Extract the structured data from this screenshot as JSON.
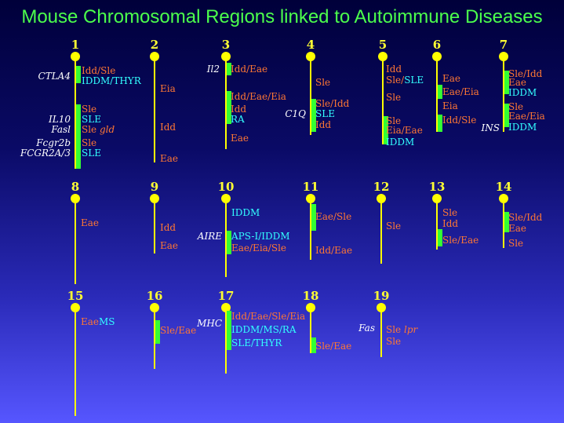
{
  "title": "Mouse Chromosomal Regions linked to Autoimmune Diseases",
  "colors": {
    "background_top": "#00003a",
    "background_bottom": "#5656ff",
    "title": "#4cff4c",
    "chromosome": "#ffff00",
    "band": "#33ff33",
    "label_orange": "#ff7733",
    "label_cyan": "#33ffff",
    "gene": "#ffffff"
  },
  "chromosomes": [
    {
      "id": "1",
      "label": "1"
    },
    {
      "id": "2",
      "label": "2"
    },
    {
      "id": "3",
      "label": "3"
    },
    {
      "id": "4",
      "label": "4"
    },
    {
      "id": "5",
      "label": "5"
    },
    {
      "id": "6",
      "label": "6"
    },
    {
      "id": "7",
      "label": "7"
    },
    {
      "id": "8",
      "label": "8"
    },
    {
      "id": "9",
      "label": "9"
    },
    {
      "id": "10",
      "label": "10"
    },
    {
      "id": "11",
      "label": "11"
    },
    {
      "id": "12",
      "label": "12"
    },
    {
      "id": "13",
      "label": "13"
    },
    {
      "id": "14",
      "label": "14"
    },
    {
      "id": "15",
      "label": "15"
    },
    {
      "id": "16",
      "label": "16"
    },
    {
      "id": "17",
      "label": "17"
    },
    {
      "id": "18",
      "label": "18"
    },
    {
      "id": "19",
      "label": "19"
    }
  ],
  "labels": {
    "c1_a": [
      "Idd/Sle"
    ],
    "c1_b": [
      "IDDM/THYR"
    ],
    "c1_c": [
      "Sle"
    ],
    "c1_d": [
      "SLE"
    ],
    "c1_e": [
      "Sle ",
      "gld"
    ],
    "c1_f": [
      "Sle"
    ],
    "c1_g": [
      "SLE"
    ],
    "c2_a": [
      "Eia"
    ],
    "c2_b": [
      "Idd"
    ],
    "c2_c": [
      "Eae"
    ],
    "c3_a": [
      "Idd/Eae"
    ],
    "c3_b": [
      "Idd/Eae/Eia"
    ],
    "c3_c": [
      "Idd"
    ],
    "c3_d": [
      "RA"
    ],
    "c3_e": [
      "Eae"
    ],
    "c4_a": [
      "Sle"
    ],
    "c4_b": [
      "Sle/Idd"
    ],
    "c4_c": [
      "SLE"
    ],
    "c4_d": [
      "Idd"
    ],
    "c5_a": [
      "Idd"
    ],
    "c5_b": [
      "Sle/",
      "SLE"
    ],
    "c5_c": [
      "Sle"
    ],
    "c5_d": [
      "Sle"
    ],
    "c5_e": [
      "Eia/Eae"
    ],
    "c5_f": [
      "IDDM"
    ],
    "c6_a": [
      "Eae"
    ],
    "c6_b": [
      "Eae/Eia"
    ],
    "c6_c": [
      "Eia"
    ],
    "c6_d": [
      "Idd/Sle"
    ],
    "c7_a": [
      "Sle/Idd"
    ],
    "c7_b": [
      "Eae"
    ],
    "c7_c": [
      "IDDM"
    ],
    "c7_d": [
      "Sle"
    ],
    "c7_e": [
      "Eae/Eia"
    ],
    "c7_f": [
      "IDDM"
    ],
    "c8_a": [
      "Eae"
    ],
    "c9_a": [
      "Idd"
    ],
    "c9_b": [
      "Eae"
    ],
    "c10_a": [
      "IDDM"
    ],
    "c10_b": [
      "APS-I/IDDM"
    ],
    "c10_c": [
      "Eae/Eia/Sle"
    ],
    "c11_a": [
      "Eae/Sle"
    ],
    "c11_b": [
      "Idd/Eae"
    ],
    "c12_a": [
      "Sle"
    ],
    "c13_a": [
      "Sle"
    ],
    "c13_b": [
      "Idd"
    ],
    "c13_c": [
      "Sle/Eae"
    ],
    "c14_a": [
      "Sle/Idd"
    ],
    "c14_b": [
      "Eae"
    ],
    "c14_c": [
      "Sle"
    ],
    "c15_a": [
      "Eae",
      "MS"
    ],
    "c16_a": [
      "Sle/Eae"
    ],
    "c17_a": [
      "Idd/Eae/Sle/Eia"
    ],
    "c17_b": [
      "IDDM/MS/RA"
    ],
    "c17_c": [
      "SLE/THYR"
    ],
    "c18_a": [
      "Sle/Eae"
    ],
    "c19_a": [
      "Sle ",
      "lpr"
    ],
    "c19_b": [
      "Sle"
    ]
  },
  "genes": {
    "ctla4": "CTLA4",
    "il10": "IL10",
    "fasl": "Fasl",
    "fcgr2b": "Fcgr2b",
    "fcgr2a3": "FCGR2A/3",
    "il2": "Il2",
    "c1q": "C1Q",
    "ins": "INS",
    "aire": "AIRE",
    "mhc": "MHC",
    "fas": "Fas"
  }
}
